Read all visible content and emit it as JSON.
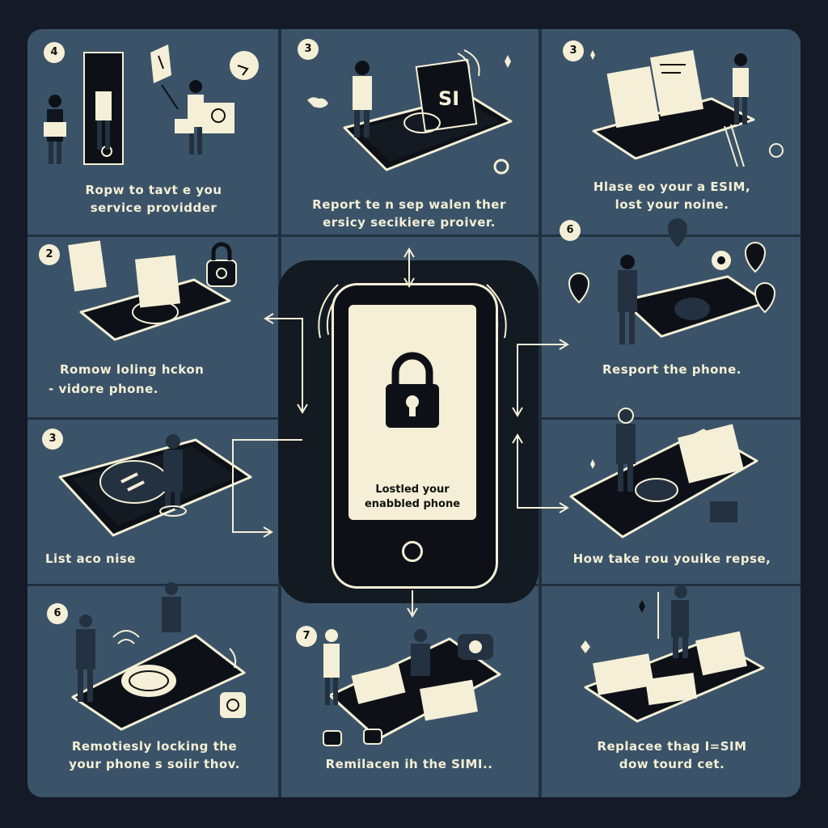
{
  "center": {
    "phone_text_line1": "Lostled your",
    "phone_text_line2": "enabbled phone"
  },
  "panels": [
    {
      "step": "4",
      "caption_line1": "Ropw to  tavt e you",
      "caption_line2": "service providder"
    },
    {
      "step": "3",
      "caption_line1": "Report te n  sep walen ther",
      "caption_line2": "ersicy secikiere proiver."
    },
    {
      "step": "3",
      "caption_line1": "Hlase eo your a ESIM,",
      "caption_line2": "lost your noine."
    },
    {
      "step": "2",
      "caption_line1": "Romow loling hckon",
      "caption_line2": "- vidore phone."
    },
    {
      "step": "6",
      "caption_line1": "Resport the phone.",
      "caption_line2": ""
    },
    {
      "step": "3",
      "caption_line1": "List aco nise",
      "caption_line2": ""
    },
    {
      "step": "",
      "caption_line1": "How take rou youike repse,",
      "caption_line2": ""
    },
    {
      "step": "6",
      "caption_line1": "Remotiesly locking the",
      "caption_line2": "your phone s soiir thov."
    },
    {
      "step": "7",
      "caption_line1": "Remilacen ih the SIMI..",
      "caption_line2": ""
    },
    {
      "step": "",
      "caption_line1": "Replacee thag I=SIM",
      "caption_line2": "dow tourd cet."
    }
  ],
  "colors": {
    "background": "#141b26",
    "board": "#3b5368",
    "accent": "#f4efd6",
    "dark": "#0d1117"
  }
}
